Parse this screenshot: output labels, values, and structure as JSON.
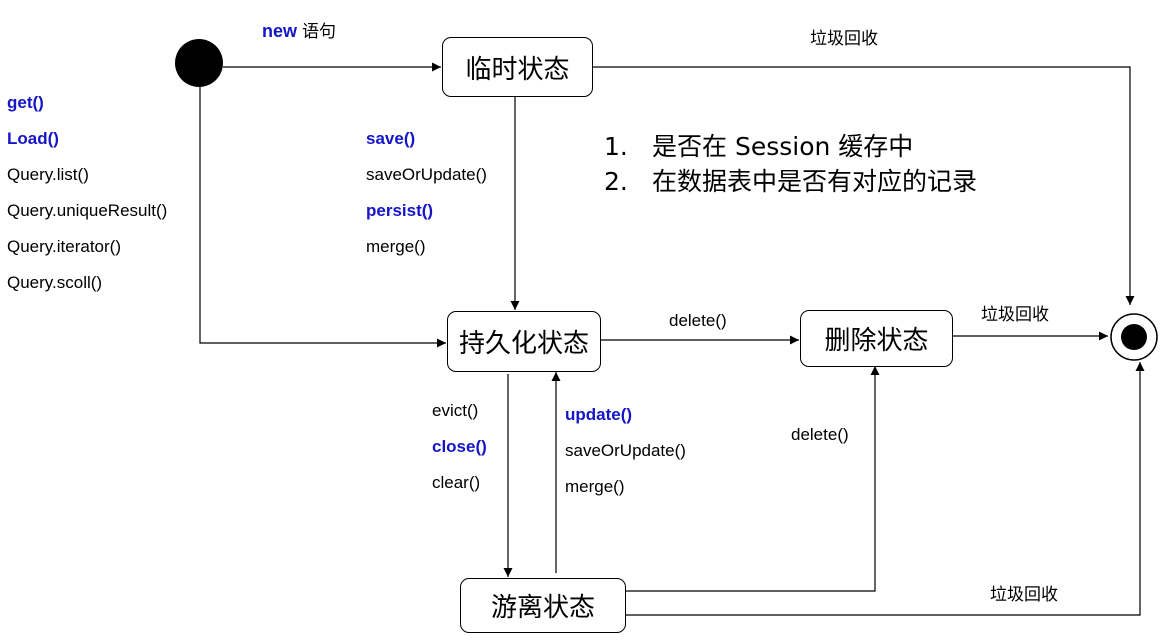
{
  "states": {
    "transient": "临时状态",
    "persistent": "持久化状态",
    "deleted": "删除状态",
    "detached": "游离状态"
  },
  "edges": {
    "new_keyword": "new",
    "new_rest": "语句",
    "gc_top": "垃圾回收",
    "gc_mid": "垃圾回收",
    "gc_bottom": "垃圾回收",
    "delete_top": "delete()",
    "delete_detached": "delete()"
  },
  "load_methods": [
    "get()",
    "Load()",
    "Query.list()",
    "Query.uniqueResult()",
    "Query.iterator()",
    "Query.scoll()"
  ],
  "save_methods": [
    "save()",
    "saveOrUpdate()",
    "persist()",
    "merge()"
  ],
  "detach_methods": [
    "evict()",
    "close()",
    "clear()"
  ],
  "reattach_methods": [
    "update()",
    "saveOrUpdate()",
    "merge()"
  ],
  "notes": [
    {
      "num": "1.",
      "text": "是否在 Session 缓存中"
    },
    {
      "num": "2.",
      "text": "在数据表中是否有对应的记录"
    }
  ],
  "colors": {
    "highlight": "#1515c8",
    "line": "#000000"
  }
}
